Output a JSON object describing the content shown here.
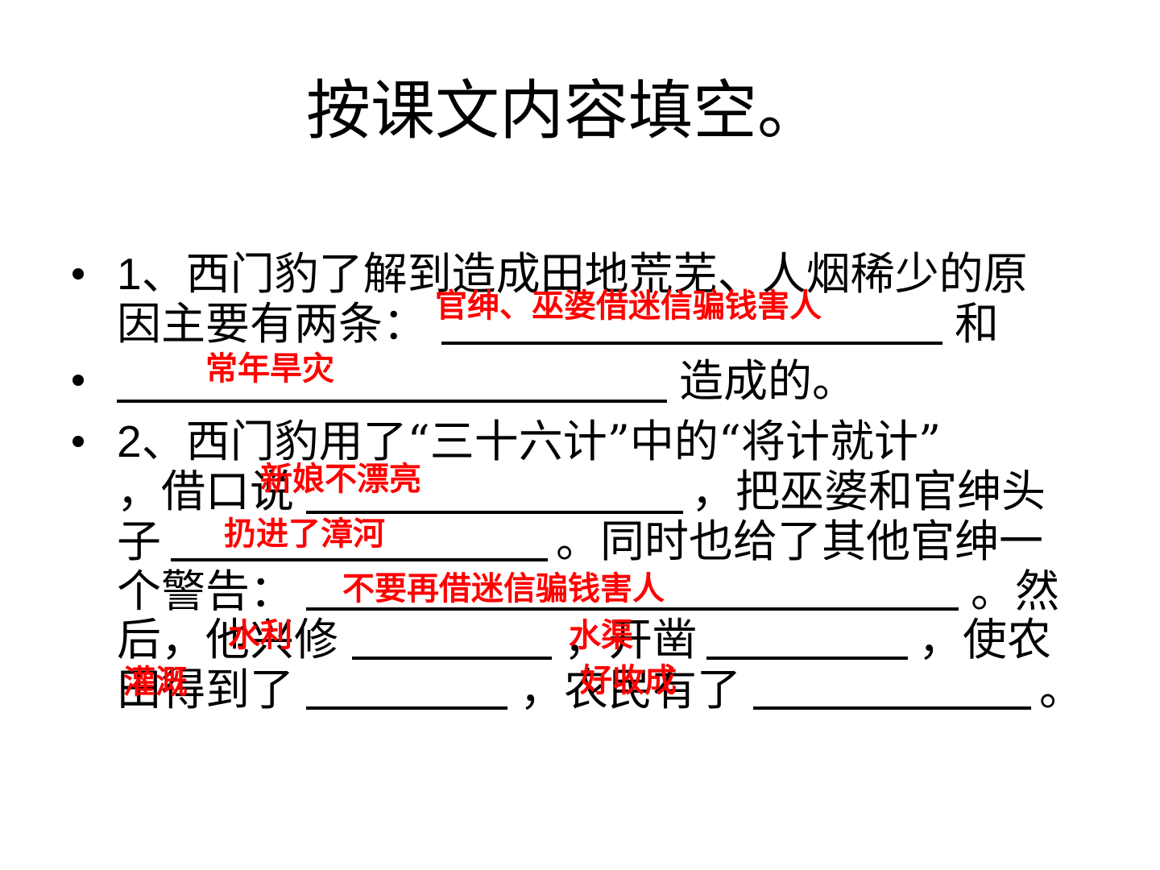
{
  "title": "按课文内容填空。",
  "answer_color": "#ff0000",
  "q1": {
    "num": "1",
    "line1": "、西门豹了解到造成田地荒芜、人烟稀少的原",
    "line2_prefix": "因主要有两条：",
    "line2_suffix": "和",
    "line3_suffix": "造成的。",
    "answer1": "官绅、巫婆借迷信骗钱害人",
    "answer2": "常年旱灾"
  },
  "q2": {
    "num": "2",
    "line1": "、西门豹用了“三十六计”中的“将计就计”",
    "line2_prefix": "，借口说",
    "line2_suffix": "，把巫婆和官绅头",
    "line3_prefix": "子",
    "line3_suffix": "。同时也给了其他官绅一",
    "line4_prefix": "个警告：",
    "line4_suffix": "。然",
    "line5_a": "后，他兴修",
    "line5_b": "，开凿",
    "line5_c": "，使农",
    "line6_a": "田得到了",
    "line6_b": "，农民有了",
    "line6_c": "。",
    "answer_excuse": "新娘不漂亮",
    "answer_thrown": "扔进了漳河",
    "answer_warning": "不要再借迷信骗钱害人",
    "answer_water1": "水利",
    "answer_water2": "水渠",
    "answer_irrigate": "灌溉",
    "answer_harvest": "好收成"
  }
}
